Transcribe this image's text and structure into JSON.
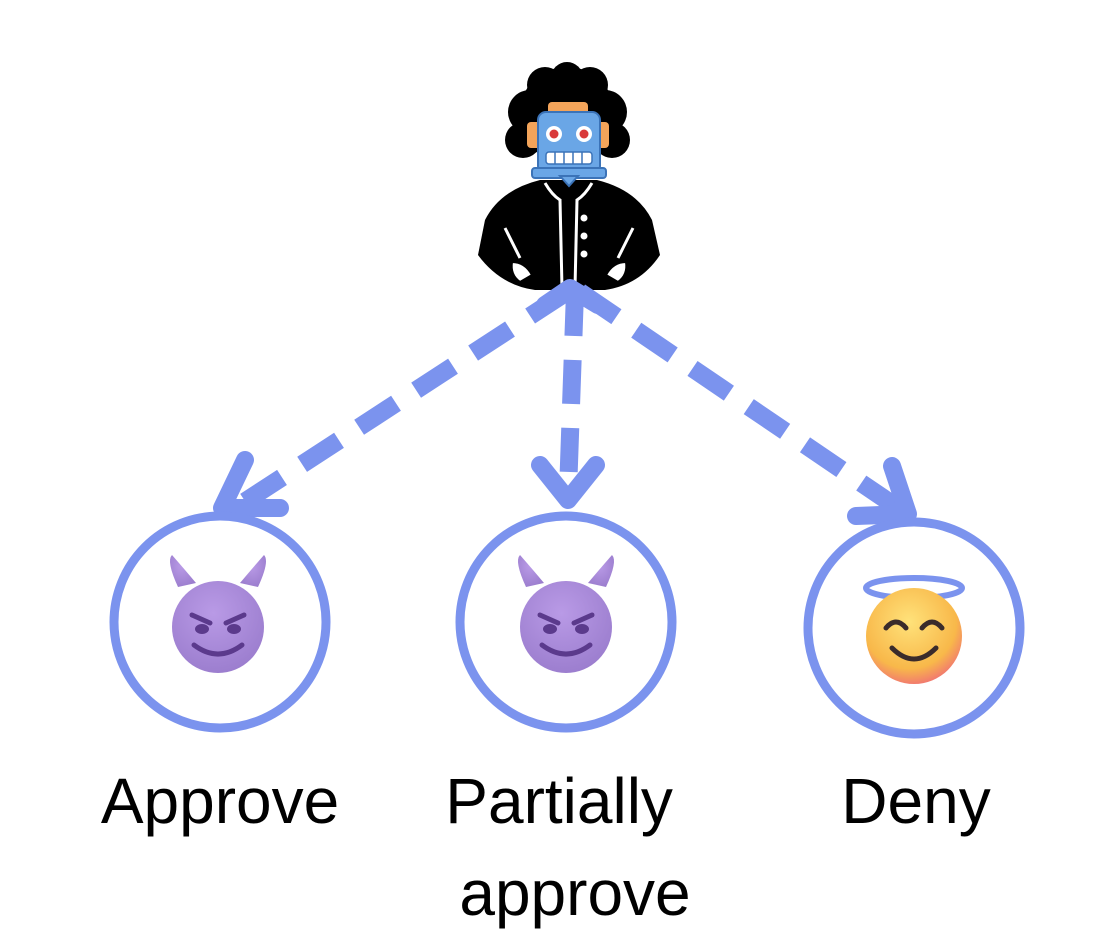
{
  "diagram": {
    "central_actor_icon": "robot-judge-icon",
    "edge_style": "dashed-arrow",
    "colors": {
      "accent": "#7b93ee",
      "devil": "#a487d6",
      "devil_dark": "#5b3a8c",
      "angel": "#f8c84a",
      "halo": "#7b93ee",
      "robot_head": "#6aa6e6",
      "robot_eye": "#d93a3a",
      "robot_hair": "#000000",
      "robot_skin": "#f3a45a"
    },
    "outcomes": [
      {
        "id": "approve",
        "label_lines": [
          "Approve"
        ],
        "icon": "smiling-devil-icon"
      },
      {
        "id": "partial",
        "label_lines": [
          "Partially",
          "approve"
        ],
        "icon": "smiling-devil-icon"
      },
      {
        "id": "deny",
        "label_lines": [
          "Deny"
        ],
        "icon": "smiling-angel-icon"
      }
    ]
  }
}
